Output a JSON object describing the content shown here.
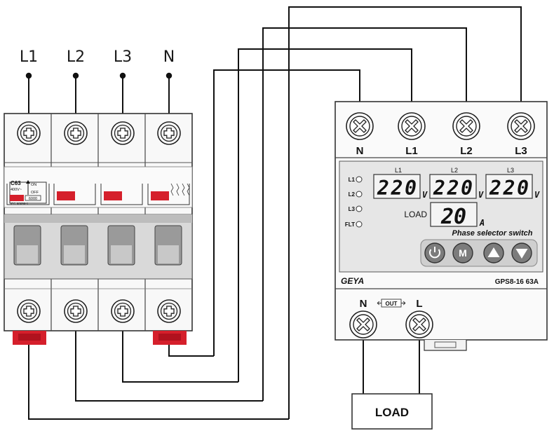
{
  "inputs": {
    "l1": "L1",
    "l2": "L2",
    "l3": "L3",
    "n": "N"
  },
  "breaker": {
    "rating": "C63",
    "voltage": "400V~",
    "on": "ON",
    "off": "OFF",
    "capacity": "6000",
    "standard": "IEC 60898-1"
  },
  "device": {
    "top_terminals": {
      "n": "N",
      "l1": "L1",
      "l2": "L2",
      "l3": "L3"
    },
    "indicators": {
      "l1": "L1",
      "l2": "L2",
      "l3": "L3",
      "flt": "FLT"
    },
    "display_labels": {
      "l1": "L1",
      "l2": "L2",
      "l3": "L3"
    },
    "voltages": {
      "l1": "220",
      "l2": "220",
      "l3": "220"
    },
    "voltage_unit": "V",
    "load_label": "LOAD",
    "current": "20",
    "current_unit": "A",
    "subtitle": "Phase selector switch",
    "brand": "GEYA",
    "model": "GPS8-16 63A",
    "out_label": "OUT",
    "bottom_terminals": {
      "n": "N",
      "l": "L"
    },
    "buttons": [
      "power-icon",
      "mode-icon",
      "up-arrow-icon",
      "down-arrow-icon"
    ],
    "mode_button_label": "M"
  },
  "load_box": {
    "label": "LOAD"
  },
  "colors": {
    "breaker_red": "#d51f2b",
    "button_gray": "#7c7c7c",
    "display_bg": "#efefef"
  }
}
